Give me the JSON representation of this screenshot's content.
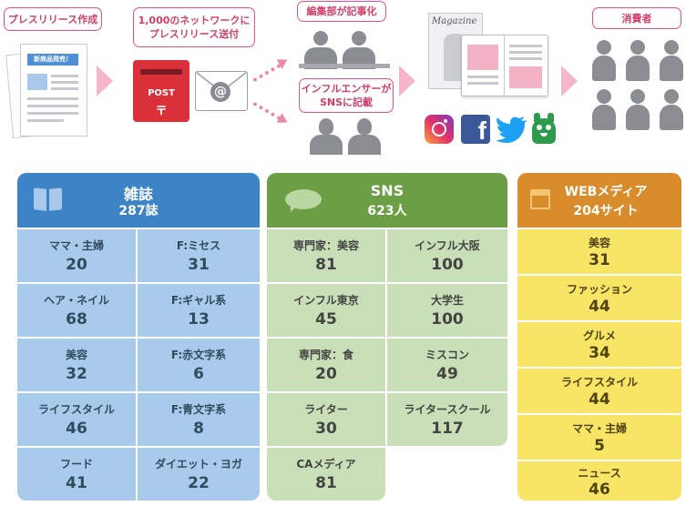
{
  "flow": {
    "step1": "プレスリリース作成",
    "doc_badge": "新商品発売！",
    "step2_line1": "1,000のネットワークに",
    "step2_line2": "プレスリリース送付",
    "post_label": "POST",
    "post_mark": "〒",
    "mail_symbol": "@",
    "step3": "編集部が記事化",
    "step4_line1": "インフルエンサーが",
    "step4_line2": "SNSに記載",
    "magazine_title": "Magazine",
    "step5": "消費者"
  },
  "panels": {
    "magazine": {
      "title": "雑誌",
      "count": "287誌",
      "color": "#3c84c6",
      "items": [
        {
          "name": "ママ・主婦",
          "value": "20"
        },
        {
          "name": "F:ミセス",
          "value": "31"
        },
        {
          "name": "ヘア・ネイル",
          "value": "68"
        },
        {
          "name": "F:ギャル系",
          "value": "13"
        },
        {
          "name": "美容",
          "value": "32"
        },
        {
          "name": "F:赤文字系",
          "value": "6"
        },
        {
          "name": "ライフスタイル",
          "value": "46"
        },
        {
          "name": "F:青文字系",
          "value": "8"
        },
        {
          "name": "フード",
          "value": "41"
        },
        {
          "name": "ダイエット・ヨガ",
          "value": "22"
        }
      ]
    },
    "sns": {
      "title": "SNS",
      "count": "623人",
      "color": "#6b9e45",
      "items": [
        {
          "name": "専門家：美容",
          "value": "81"
        },
        {
          "name": "インフル大阪",
          "value": "100"
        },
        {
          "name": "インフル東京",
          "value": "45"
        },
        {
          "name": "大学生",
          "value": "100"
        },
        {
          "name": "専門家：食",
          "value": "20"
        },
        {
          "name": "ミスコン",
          "value": "49"
        },
        {
          "name": "ライター",
          "value": "30"
        },
        {
          "name": "ライタースクール",
          "value": "117"
        },
        {
          "name": "CAメディア",
          "value": "81"
        }
      ]
    },
    "web": {
      "title": "WEBメディア",
      "count": "204サイト",
      "color": "#d98c2c",
      "items": [
        {
          "name": "美容",
          "value": "31"
        },
        {
          "name": "ファッション",
          "value": "44"
        },
        {
          "name": "グルメ",
          "value": "34"
        },
        {
          "name": "ライフスタイル",
          "value": "44"
        },
        {
          "name": "ママ・主婦",
          "value": "5"
        },
        {
          "name": "ニュース",
          "value": "46"
        }
      ]
    }
  }
}
